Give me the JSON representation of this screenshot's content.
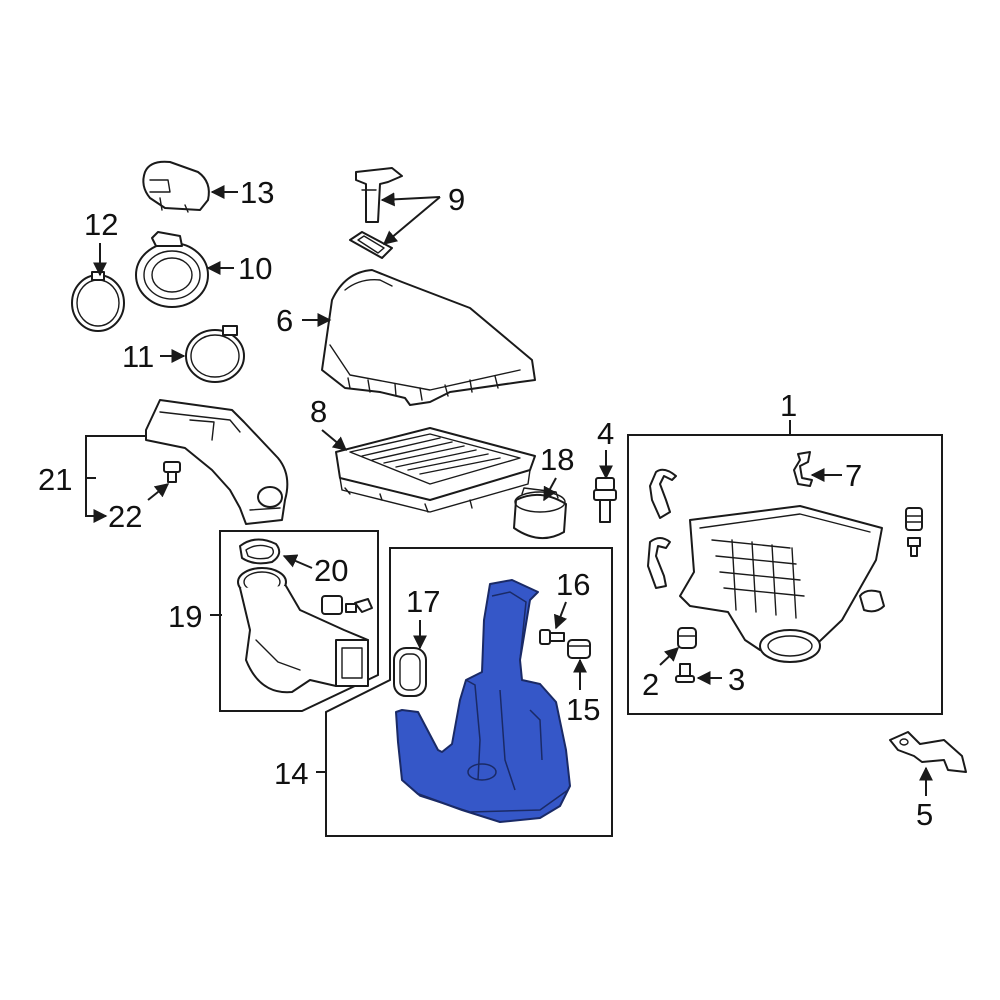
{
  "accent_color": "#3557c8",
  "highlighted_part": "14",
  "callouts": {
    "c1": "1",
    "c2": "2",
    "c3": "3",
    "c4": "4",
    "c5": "5",
    "c6": "6",
    "c7": "7",
    "c8": "8",
    "c9": "9",
    "c10": "10",
    "c11": "11",
    "c12": "12",
    "c13": "13",
    "c14": "14",
    "c15": "15",
    "c16": "16",
    "c17": "17",
    "c18": "18",
    "c19": "19",
    "c20": "20",
    "c21": "21",
    "c22": "22"
  }
}
